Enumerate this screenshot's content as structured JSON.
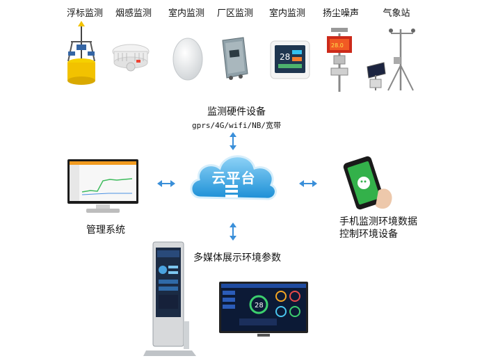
{
  "devices": [
    {
      "label": "浮标监测",
      "icon": "buoy-icon"
    },
    {
      "label": "烟感监测",
      "icon": "smoke-detector-icon"
    },
    {
      "label": "室内监测",
      "icon": "indoor-sensor-round-icon"
    },
    {
      "label": "厂区监测",
      "icon": "factory-sensor-icon"
    },
    {
      "label": "室内监测",
      "icon": "indoor-display-sensor-icon"
    },
    {
      "label": "扬尘噪声",
      "icon": "dust-noise-station-icon"
    },
    {
      "label": "气象站",
      "icon": "weather-station-icon"
    }
  ],
  "hardware": {
    "title": "监测硬件设备",
    "subtitle": "gprs/4G/wifi/NB/宽带"
  },
  "cloud": {
    "label": "云平台",
    "color": "#2a9ee0"
  },
  "management": {
    "label": "管理系统"
  },
  "mobile": {
    "line1": "手机监测环境数据",
    "line2": "控制环境设备"
  },
  "multimedia": {
    "label": "多媒体展示环境参数"
  },
  "tv_screen": {
    "value_main": "28"
  },
  "colors": {
    "arrow": "#3a8fd9",
    "accent": "#2a9ee0"
  }
}
